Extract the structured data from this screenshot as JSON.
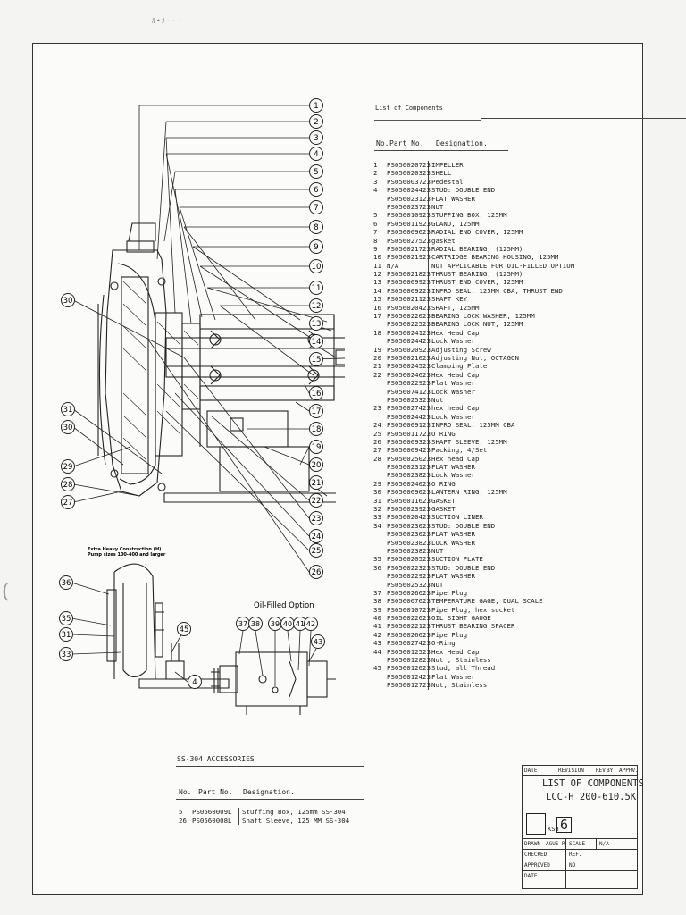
{
  "list_title": "List of Components",
  "columns": {
    "no": "No.",
    "part_no": "Part No.",
    "designation": "Designation."
  },
  "components": [
    {
      "no": "1",
      "part": "PS056020723",
      "desc": "IMPELLER"
    },
    {
      "no": "2",
      "part": "PS056020323",
      "desc": "SHELL"
    },
    {
      "no": "3",
      "part": "PS056003723",
      "desc": "Pedestal"
    },
    {
      "no": "4",
      "part": "PS056024423",
      "desc": "STUD: DOUBLE END"
    },
    {
      "no": "",
      "part": "PS056023123",
      "desc": "FLAT WASHER"
    },
    {
      "no": "",
      "part": "PS056023723",
      "desc": "NUT"
    },
    {
      "no": "5",
      "part": "PS056010923",
      "desc": "STUFFING BOX, 125MM"
    },
    {
      "no": "6",
      "part": "PS056011923",
      "desc": "GLAND, 125MM"
    },
    {
      "no": "7",
      "part": "PS056009623",
      "desc": "RADIAL END COVER, 125MM"
    },
    {
      "no": "8",
      "part": "PS056027523",
      "desc": "gasket"
    },
    {
      "no": "9",
      "part": "PS056021723",
      "desc": "RADIAL BEARING, (125MM)"
    },
    {
      "no": "10",
      "part": "PS056021923",
      "desc": "CARTRIDGE BEARING HOUSING, 125MM"
    },
    {
      "no": "11",
      "part": "N/A",
      "desc": "NOT APPLICABLE FOR OIL-FILLED OPTION"
    },
    {
      "no": "12",
      "part": "PS056021823",
      "desc": "THRUST BEARING, (125MM)"
    },
    {
      "no": "13",
      "part": "PS056009923",
      "desc": "THRUST END COVER, 125MM"
    },
    {
      "no": "14",
      "part": "PS056009223",
      "desc": "INPRO SEAL, 125MM CBA, THRUST END"
    },
    {
      "no": "15",
      "part": "PS056021123",
      "desc": "SHAFT KEY"
    },
    {
      "no": "16",
      "part": "PS056020423",
      "desc": "SHAFT, 125MM"
    },
    {
      "no": "17",
      "part": "PS056022023",
      "desc": "BEARING LOCK WASHER, 125MM"
    },
    {
      "no": "",
      "part": "PS056022523",
      "desc": "BEARING LOCK NUT, 125MM"
    },
    {
      "no": "18",
      "part": "PS056024123",
      "desc": "Hex Head Cap"
    },
    {
      "no": "",
      "part": "PS056024423",
      "desc": "Lock Washer"
    },
    {
      "no": "19",
      "part": "PS056020923",
      "desc": "Adjusting Screw"
    },
    {
      "no": "20",
      "part": "PS056021023",
      "desc": "Adjusting Nut, OCTAGON"
    },
    {
      "no": "21",
      "part": "PS056024523",
      "desc": "Clamping Plate"
    },
    {
      "no": "22",
      "part": "PS056024623",
      "desc": "Hex Head Cap"
    },
    {
      "no": "",
      "part": "PS056022923",
      "desc": "Flat Washer"
    },
    {
      "no": "",
      "part": "PS056074123",
      "desc": "Lock Washer"
    },
    {
      "no": "",
      "part": "PS056025323",
      "desc": "Nut"
    },
    {
      "no": "23",
      "part": "PS056027423",
      "desc": "hex head Cap"
    },
    {
      "no": "",
      "part": "PS056024423",
      "desc": "Lock Washer"
    },
    {
      "no": "24",
      "part": "PS056009123",
      "desc": "INPRO SEAL, 125MM CBA"
    },
    {
      "no": "25",
      "part": "PS056011723",
      "desc": "O RING"
    },
    {
      "no": "26",
      "part": "PS056009323",
      "desc": "SHAFT SLEEVE, 125MM"
    },
    {
      "no": "27",
      "part": "PS056009423",
      "desc": "Packing, 4/Set"
    },
    {
      "no": "28",
      "part": "PS056025023",
      "desc": "Hex head Cap"
    },
    {
      "no": "",
      "part": "PS056023123",
      "desc": "FLAT WASHER"
    },
    {
      "no": "",
      "part": "PS056023823",
      "desc": "Lock Washer"
    },
    {
      "no": "29",
      "part": "PS056024023",
      "desc": "O RING"
    },
    {
      "no": "30",
      "part": "PS056009023",
      "desc": "LANTERN RING, 125MM"
    },
    {
      "no": "31",
      "part": "PS056011623",
      "desc": "GASKET"
    },
    {
      "no": "32",
      "part": "PS056023923",
      "desc": "GASKET"
    },
    {
      "no": "33",
      "part": "PS056020423",
      "desc": "SUCTION LINER"
    },
    {
      "no": "34",
      "part": "PS056023023",
      "desc": "STUD: DOUBLE END"
    },
    {
      "no": "",
      "part": "PS056023023",
      "desc": "FLAT WASHER"
    },
    {
      "no": "",
      "part": "PS056023823",
      "desc": "LOCK WASHER"
    },
    {
      "no": "",
      "part": "PS056023823",
      "desc": "NUT"
    },
    {
      "no": "35",
      "part": "PS056020523",
      "desc": "SUCTION PLATE"
    },
    {
      "no": "36",
      "part": "PS056022323",
      "desc": "STUD: DOUBLE END"
    },
    {
      "no": "",
      "part": "PS056022923",
      "desc": "FLAT WASHER"
    },
    {
      "no": "",
      "part": "PS056025323",
      "desc": "NUT"
    },
    {
      "no": "37",
      "part": "PS056026623",
      "desc": "Pipe Plug"
    },
    {
      "no": "38",
      "part": "PS056007623",
      "desc": "TEMPERATURE GAGE, DUAL SCALE"
    },
    {
      "no": "39",
      "part": "PS056010723",
      "desc": "Pipe Plug, hex socket"
    },
    {
      "no": "40",
      "part": "PS056022623",
      "desc": "OIL SIGHT GAUGE"
    },
    {
      "no": "41",
      "part": "PS056022123",
      "desc": "THRUST BEARING SPACER"
    },
    {
      "no": "42",
      "part": "PS056026623",
      "desc": "Pipe Plug"
    },
    {
      "no": "43",
      "part": "PS056027423",
      "desc": "O-Ring"
    },
    {
      "no": "44",
      "part": "PS056012523",
      "desc": "Hex Head Cap"
    },
    {
      "no": "",
      "part": "PS056012823",
      "desc": "Nut , Stainless"
    },
    {
      "no": "45",
      "part": "PS056012623",
      "desc": "Stud, all Thread"
    },
    {
      "no": "",
      "part": "PS056012423",
      "desc": "Flat Washer"
    },
    {
      "no": "",
      "part": "PS056012723",
      "desc": "Nut, Stainless"
    }
  ],
  "accessories": {
    "title": "SS-304 ACCESSORIES",
    "columns": {
      "no": "No.",
      "part_no": "Part No.",
      "designation": "Designation."
    },
    "items": [
      {
        "no": "5",
        "part": "PS0560009L",
        "desc": "Stuffing Box, 125mm SS-304"
      },
      {
        "no": "26",
        "part": "PS0560008L",
        "desc": "Shaft Sleeve, 125 MM SS-304"
      }
    ]
  },
  "drawing": {
    "callouts_right": [
      "1",
      "2",
      "3",
      "4",
      "5",
      "6",
      "7",
      "8",
      "9",
      "10",
      "11",
      "12",
      "13",
      "14",
      "15",
      "16",
      "17",
      "18",
      "19",
      "20",
      "21",
      "22",
      "23",
      "24",
      "25",
      "26"
    ],
    "callouts_left": [
      "30",
      "31",
      "30",
      "29",
      "28",
      "27"
    ],
    "detail_note": "Extra Heavy Construction (H) Pump sizes 100-400 and larger",
    "detail_callouts": [
      "36",
      "35",
      "31",
      "33"
    ],
    "detail_callout_45": "45",
    "detail_callout_4": "4",
    "oil_option_title": "Oil-Filled Option",
    "oil_callouts": [
      "37",
      "38",
      "39",
      "40",
      "41",
      "42",
      "43"
    ]
  },
  "title_block": {
    "date_label": "DATE",
    "revision_label": "REVISION",
    "rev_label": "REV",
    "by_label": "BY",
    "appr_label": "APPRV.",
    "title_line1": "LIST OF COMPONENTS",
    "title_line2": "LCC-H 200-610.5K",
    "logo_text": "KSB",
    "logo_hand": "6",
    "drawn_label": "DRAWN",
    "drawn_value": "AGUS R",
    "scale_label": "SCALE",
    "scale_value": "N/A",
    "checked_label": "CHECKED",
    "ref_label": "REF.",
    "approved_label": "APPROVED",
    "no_label": "NO",
    "date2_label": "DATE"
  }
}
